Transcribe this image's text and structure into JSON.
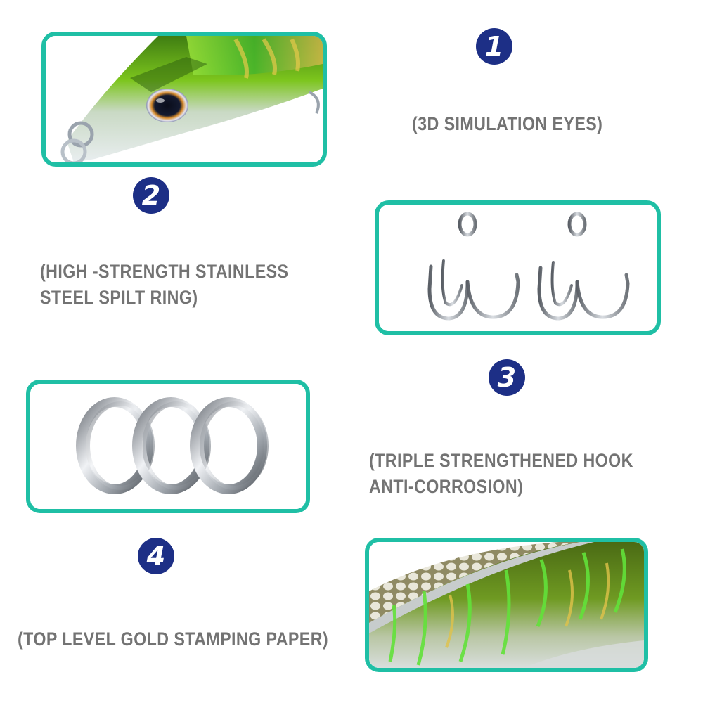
{
  "features": [
    {
      "number": "1",
      "badge_icon": "number-1-badge",
      "caption": "(3D SIMULATION EYES)",
      "image": "lure-head-with-3d-eye"
    },
    {
      "number": "2",
      "badge_icon": "number-2-badge",
      "caption_lines": [
        "(HIGH -STRENGTH STAINLESS",
        "STEEL SPILT RING)"
      ],
      "image": "treble-hooks-pair"
    },
    {
      "number": "3",
      "badge_icon": "number-3-badge",
      "caption_lines": [
        "(TRIPLE STRENGTHENED HOOK",
        "ANTI-CORROSION)"
      ],
      "image": "split-rings-three"
    },
    {
      "number": "4",
      "badge_icon": "number-4-badge",
      "caption": "(TOP LEVEL GOLD STAMPING PAPER)",
      "image": "holographic-lure-body"
    }
  ],
  "colors": {
    "frame_border": "#1fbfa5",
    "badge_fill": "#1d2f86",
    "caption_text": "#737373",
    "background": "#ffffff"
  }
}
